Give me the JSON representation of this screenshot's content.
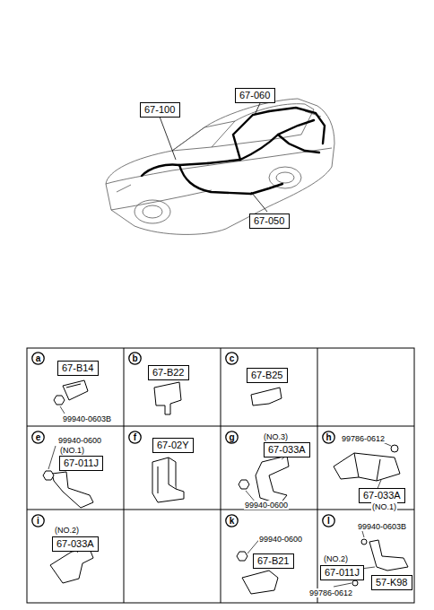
{
  "diagram": {
    "nodes": [
      {
        "text": [
          "67-100"
        ]
      },
      {
        "text": [
          "67-060"
        ]
      },
      {
        "text": [
          "67-050"
        ]
      },
      {
        "text": [
          "a"
        ]
      },
      {
        "text": [
          "67-B14"
        ]
      },
      {
        "text": [
          "b"
        ]
      },
      {
        "text": [
          "67-B22"
        ]
      },
      {
        "text": [
          "c"
        ]
      },
      {
        "text": [
          "67-B25"
        ]
      },
      {
        "text": [
          "e"
        ]
      },
      {
        "text": [
          "67-011J"
        ]
      },
      {
        "text": [
          "f"
        ]
      },
      {
        "text": [
          "67-02Y"
        ]
      },
      {
        "text": [
          "g"
        ]
      },
      {
        "text": [
          "67-033A"
        ]
      },
      {
        "text": [
          "h"
        ]
      },
      {
        "text": [
          "67-033A"
        ]
      },
      {
        "text": [
          "i"
        ]
      },
      {
        "text": [
          "67-033A"
        ]
      },
      {
        "text": [
          "k"
        ]
      },
      {
        "text": [
          "67-B21"
        ]
      },
      {
        "text": [
          "l"
        ]
      },
      {
        "text": [
          "67-011J"
        ]
      },
      {
        "text": [
          "57-K98"
        ]
      }
    ],
    "edges": [],
    "labels": [
      "99940-0603B",
      "99940-0600",
      "(NO.1)",
      "(NO.3)",
      "99940-0600",
      "99786-0612",
      "(NO.1)",
      "(NO.2)",
      "99940-0600",
      "99940-0603B",
      "(NO.2)",
      "99786-0612"
    ]
  }
}
